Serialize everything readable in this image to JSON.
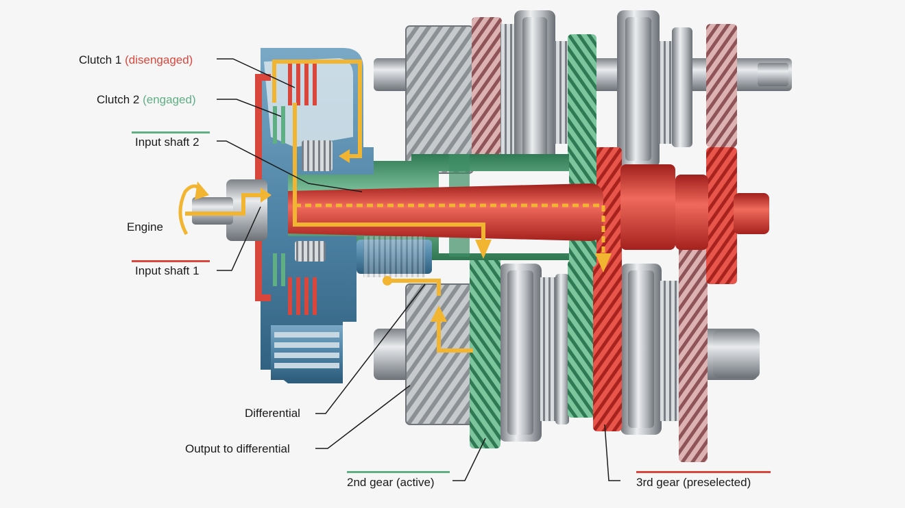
{
  "labels": {
    "clutch1": {
      "name": "Clutch 1",
      "state": "(disengaged)"
    },
    "clutch2": {
      "name": "Clutch 2",
      "state": "(engaged)"
    },
    "input_shaft_2": "Input shaft 2",
    "engine": "Engine",
    "input_shaft_1": "Input shaft 1",
    "differential": "Differential",
    "output_to_differential": "Output to differential",
    "gear_2": "2nd gear (active)",
    "gear_3": "3rd gear (preselected)"
  },
  "colors": {
    "clutch1_red": "#d9473c",
    "clutch2_green": "#5fae84",
    "housing_blue": "#4f84a6",
    "power_flow_yellow": "#f2b531",
    "steel_gray": "#a9adb2"
  }
}
